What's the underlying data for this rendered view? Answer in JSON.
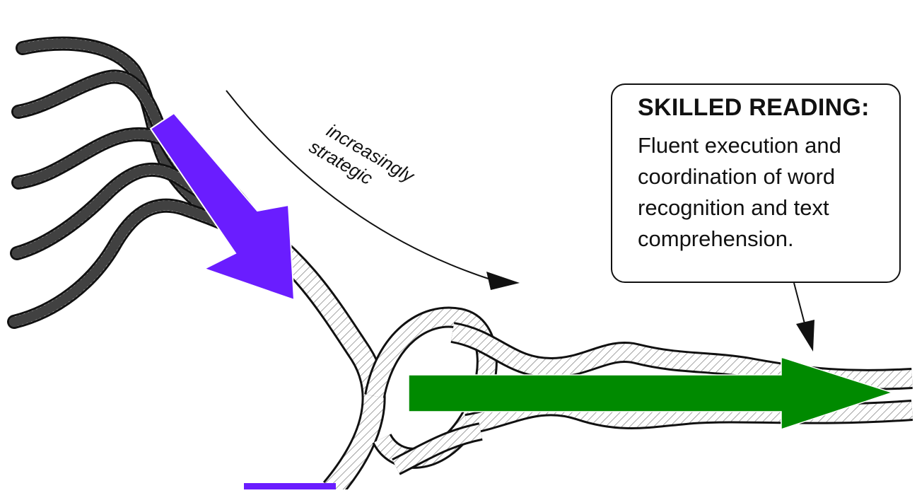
{
  "trend_label": {
    "line1": "increasingly",
    "line2": "strategic"
  },
  "callout": {
    "title": "SKILLED READING:",
    "lines": [
      "Fluent execution and",
      "coordination of word",
      "recognition and text",
      "comprehension."
    ]
  },
  "colors": {
    "purple_arrow": "#6a1dff",
    "green_arrow": "#008a00",
    "ink": "#111111",
    "background": "#ffffff"
  }
}
